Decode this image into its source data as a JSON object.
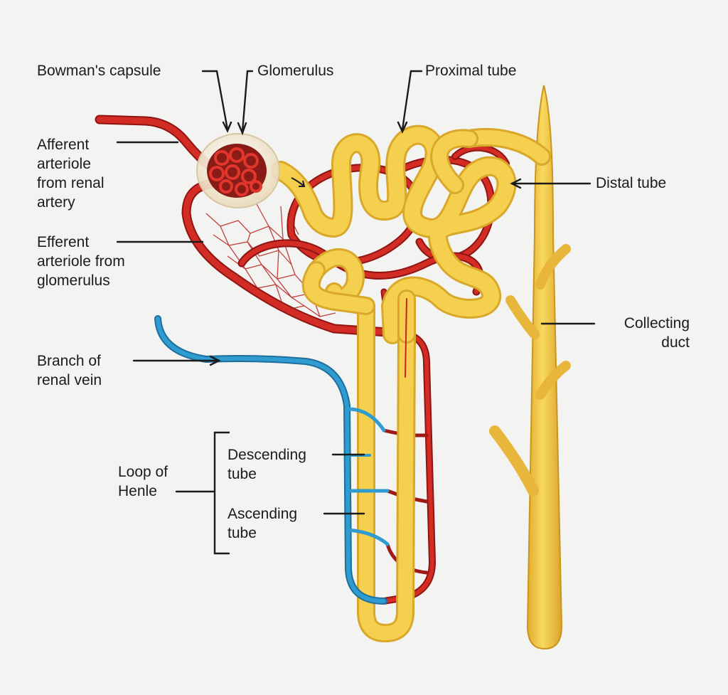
{
  "diagram": {
    "labels": {
      "bowmans_capsule": "Bowman's capsule",
      "glomerulus": "Glomerulus",
      "proximal_tube": "Proximal tube",
      "afferent_arteriole": "Afferent\narteriole\nfrom renal\nartery",
      "efferent_arteriole": "Efferent\narteriole from\nglomerulus",
      "distal_tube": "Distal tube",
      "collecting_duct": "Collecting\nduct",
      "branch_of_renal_vein": "Branch of\nrenal vein",
      "loop_of_henle": "Loop of\nHenle",
      "descending_tube": "Descending\ntube",
      "ascending_tube": "Ascending\ntube"
    },
    "colors": {
      "background": "#f3f3f1",
      "artery_red": "#c8241f",
      "artery_dark": "#8f1512",
      "vein_blue": "#2a8fc4",
      "tubule_yellow": "#f5cf4e",
      "tubule_shadow": "#d9a82a",
      "leader_line": "#1b1b1b"
    }
  }
}
